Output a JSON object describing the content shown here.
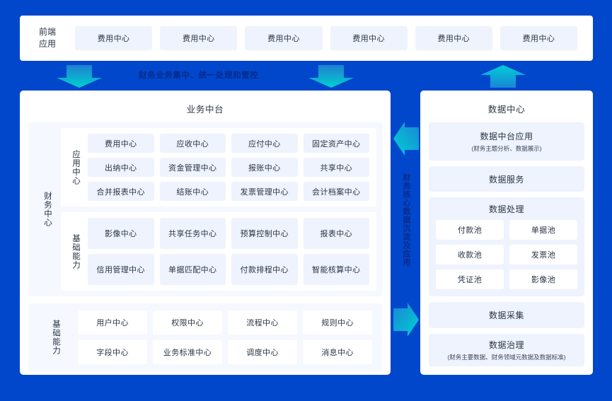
{
  "theme": {
    "background": "#0047cc",
    "panel": "#ffffff",
    "cell": "#eef3fd",
    "cell_white": "#ffffff",
    "group": "#f5f8fe",
    "text": "#2b3445",
    "banner_text": "#0a2a8c",
    "arrow_from": "#1f7fd0",
    "arrow_to": "#00d2cf"
  },
  "frontend": {
    "label": "前端\n应用",
    "label_line1": "前端",
    "label_line2": "应用",
    "cards": [
      "费用中心",
      "费用中心",
      "费用中心",
      "费用中心",
      "费用中心",
      "费用中心"
    ]
  },
  "banner": {
    "text": "财务业务集中、统一处理和管控",
    "arrow_down_1": "arrow-down-icon",
    "arrow_down_2": "arrow-down-icon",
    "arrow_up_1": "arrow-up-icon"
  },
  "business": {
    "title": "业务中台",
    "finance_center": {
      "label": "财务中心",
      "groups": [
        {
          "label": "应用中心",
          "rows": [
            [
              "费用中心",
              "应收中心",
              "应付中心",
              "固定资产中心"
            ],
            [
              "出纳中心",
              "资金管理中心",
              "报账中心",
              "共享中心"
            ],
            [
              "合并报表中心",
              "结账中心",
              "发票管理中心",
              "会计档案中心"
            ]
          ]
        },
        {
          "label": "基础能力",
          "rows": [
            [
              "影像中心",
              "共享任务中心",
              "预算控制中心",
              "报表中心"
            ],
            [
              "信用管理中心",
              "单据匹配中心",
              "付款排程中心",
              "智能核算中心"
            ]
          ]
        }
      ]
    },
    "base_capability": {
      "label": "基础能力",
      "rows": [
        [
          "用户中心",
          "权限中心",
          "流程中心",
          "规则中心"
        ],
        [
          "字段中心",
          "业务标准中心",
          "调度中心",
          "消息中心"
        ]
      ]
    }
  },
  "connector": {
    "text": "财务核心数据沉淀及应用",
    "arrow_left": "arrow-left-icon",
    "arrow_right": "arrow-right-icon"
  },
  "data_center": {
    "title": "数据中心",
    "blocks": [
      {
        "title": "数据中台应用",
        "sub": "(财务主题分析、数据展示)"
      },
      {
        "title": "数据服务",
        "sub": ""
      },
      {
        "title": "数据处理",
        "sub": ""
      },
      {
        "title": "数据采集",
        "sub": ""
      },
      {
        "title": "数据治理",
        "sub": "(财务主要数据、财务领域元数据及数据标准)"
      }
    ],
    "pools": [
      [
        "付款池",
        "单据池"
      ],
      [
        "收款池",
        "发票池"
      ],
      [
        "凭证池",
        "影像池"
      ]
    ]
  }
}
